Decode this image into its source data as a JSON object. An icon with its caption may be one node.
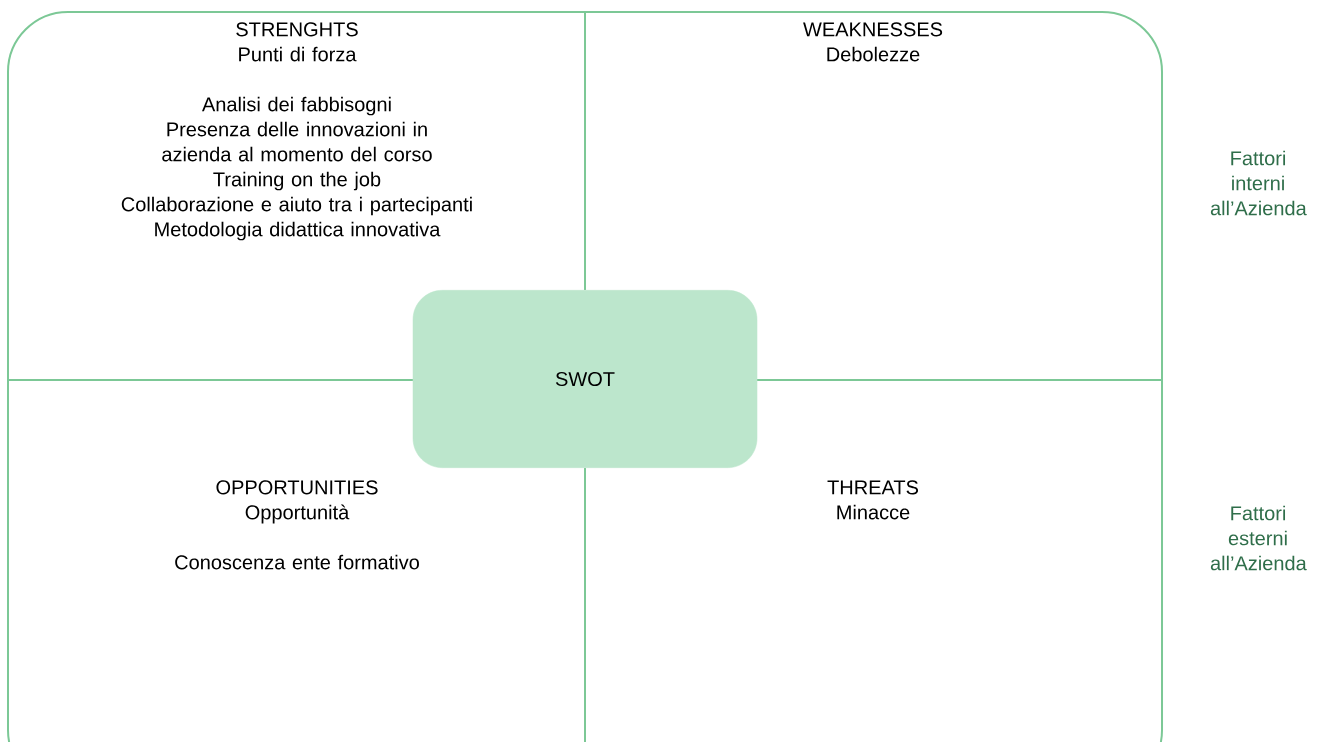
{
  "diagram": {
    "nodes": [
      {
        "text": [
          "STRENGHTS",
          "Punti di forza",
          "Analisi dei fabbisogni",
          "Presenza delle innovazioni in azienda al momento del corso",
          "Training on the job",
          "Collaborazione e aiuto tra i partecipanti",
          "Metodologia didattica innovativa"
        ]
      },
      {
        "text": [
          "WEAKNESSES",
          "Debolezze"
        ]
      },
      {
        "text": [
          "SWOT"
        ]
      },
      {
        "text": [
          "OPPORTUNITIES",
          "Opportunità",
          "Conoscenza ente formativo"
        ]
      },
      {
        "text": [
          "THREATS",
          "Minacce"
        ]
      }
    ],
    "edges": [],
    "labels": [
      "Fattori interni all’Azienda",
      "Fattori esterni all’Azienda"
    ]
  }
}
